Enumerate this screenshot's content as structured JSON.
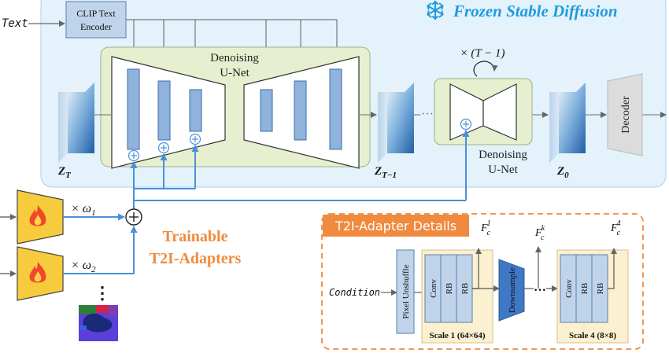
{
  "input": {
    "text_label": "Text"
  },
  "frozen": {
    "title": "Frozen Stable Diffusion",
    "clip_encoder": {
      "line1": "CLIP Text",
      "line2": "Encoder"
    },
    "unet_main": {
      "line1": "Denoising",
      "line2": "U-Net"
    },
    "repeat_label": "× (T − 1)",
    "unet_small": {
      "line1": "Denoising",
      "line2": "U-Net"
    },
    "ellipsis": "···",
    "decoder": "Decoder",
    "latents": {
      "zt": {
        "main": "Z",
        "sub": "T"
      },
      "zt1": {
        "main": "Z",
        "sub": "T−1"
      },
      "z0": {
        "main": "Z",
        "sub": "0"
      }
    }
  },
  "adapters": {
    "weight1": {
      "prefix": "× ω",
      "sub": "1"
    },
    "weight2": {
      "prefix": "× ω",
      "sub": "2"
    },
    "vdots": "⋮",
    "label_line1": "Trainable",
    "label_line2": "T2I-Adapters"
  },
  "details": {
    "title": "T2I-Adapter Details",
    "condition": "Condition",
    "pixel_unshuffle": "Pixel Unshuffle",
    "scale1": {
      "conv": "Conv",
      "rb1": "RB",
      "rb2": "RB",
      "label": "Scale 1 (64×64)"
    },
    "downsample": "Downsample",
    "ellipsis": "···",
    "scale4": {
      "conv": "Conv",
      "rb1": "RB",
      "rb2": "RB",
      "label": "Scale 4 (8×8)"
    },
    "features": {
      "f1": {
        "main": "F",
        "sub": "c",
        "sup": "1"
      },
      "fk": {
        "main": "F",
        "sub": "c",
        "sup": "k"
      },
      "f4": {
        "main": "F",
        "sub": "c",
        "sup": "4"
      }
    }
  },
  "colors": {
    "frozen_bg": "#e3f2fb",
    "frozen_title": "#1e9ae0",
    "adapter_orange": "#f08a3e",
    "adapter_fill": "#f7cc3c",
    "unet_layer": "#8fb3dd",
    "arrow_blue": "#4a90d9",
    "scale_bg": "#fbf0cf"
  },
  "icons": [
    "snowflake-icon",
    "fire-icon",
    "segmentation-map-icon"
  ]
}
